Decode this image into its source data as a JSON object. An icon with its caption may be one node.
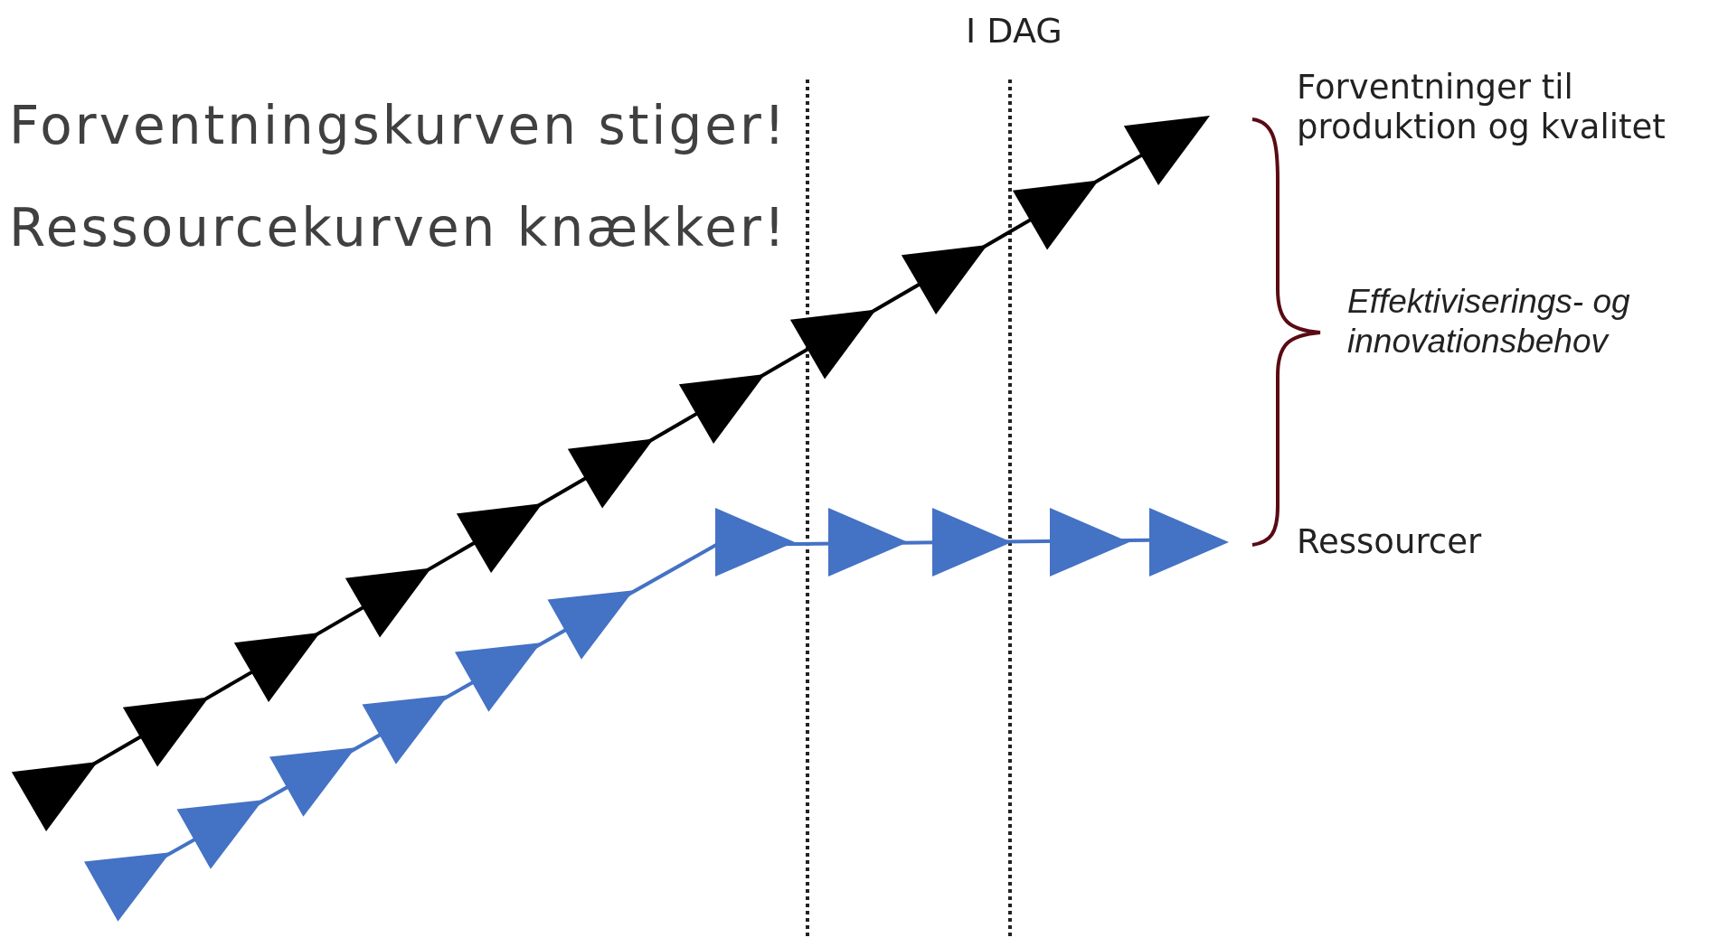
{
  "diagram": {
    "labels": [
      "Forventningskurven stiger!",
      "Ressourcekurven knækker!",
      "I DAG",
      "Forventninger til produktion og kvalitet",
      "Effektiviserings- og innovationsbehov",
      "Ressourcer"
    ]
  }
}
